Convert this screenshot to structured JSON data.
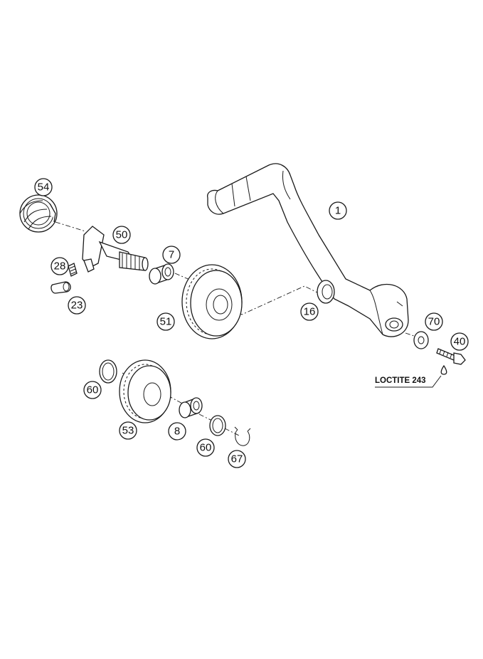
{
  "callouts": {
    "c1": "1",
    "c54": "54",
    "c50": "50",
    "c7": "7",
    "c28": "28",
    "c23": "23",
    "c51": "51",
    "c16": "16",
    "c70": "70",
    "c40": "40",
    "c60a": "60",
    "c53": "53",
    "c8": "8",
    "c60b": "60",
    "c67": "67"
  },
  "note": {
    "loctite": "LOCTITE 243"
  }
}
